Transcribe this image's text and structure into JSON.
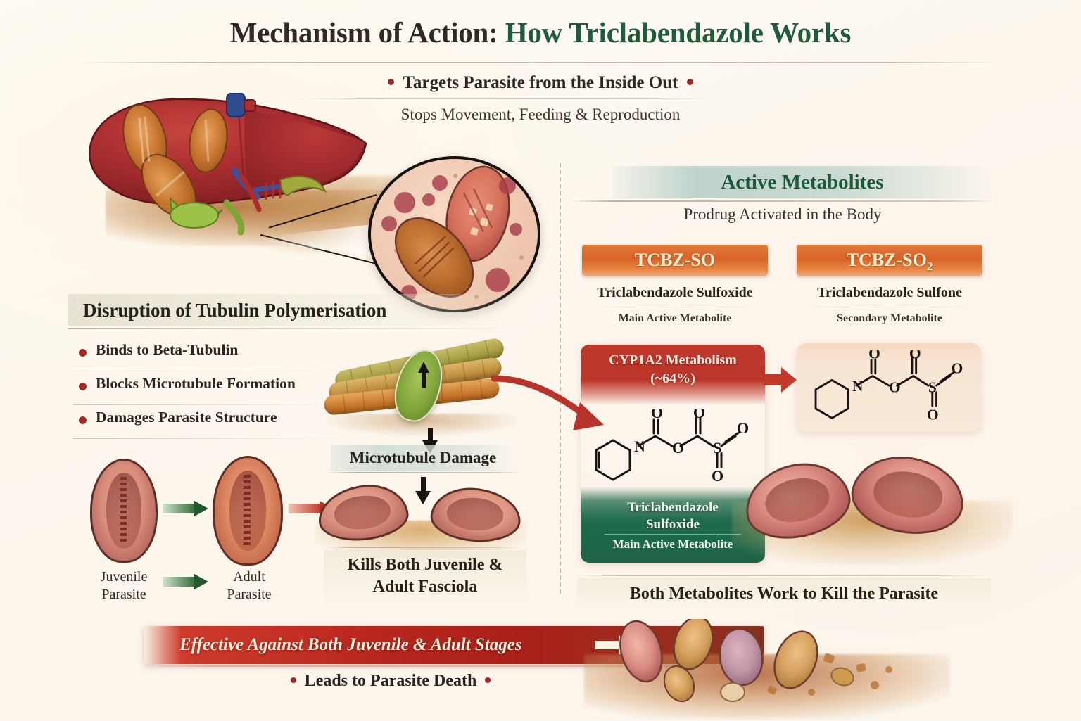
{
  "title": {
    "part1": "Mechanism of Action:",
    "part2": "How Triclabendazole Works"
  },
  "subtitles": {
    "primary": "Targets Parasite from the Inside Out",
    "secondary": "Stops Movement, Feeding & Reproduction"
  },
  "left_panel": {
    "section_title": "Disruption of Tubulin Polymerisation",
    "bullets": [
      "Binds to Beta-Tubulin",
      "Blocks Microtubule Formation",
      "Damages Parasite Structure"
    ],
    "microtubule_damage_label": "Microtubule Damage",
    "stages": [
      {
        "line1": "Juvenile",
        "line2": "Parasite"
      },
      {
        "line1": "Adult",
        "line2": "Parasite"
      }
    ],
    "kills_label_line1": "Kills Both Juvenile &",
    "kills_label_line2": "Adult Fasciola"
  },
  "right_panel": {
    "section_title": "Active Metabolites",
    "subtitle": "Prodrug Activated in the Body",
    "metabolites": [
      {
        "code": "TCBZ-SO",
        "code_sub": "",
        "name": "Triclabendazole Sulfoxide",
        "role": "Main Active Metabolite"
      },
      {
        "code": "TCBZ-SO",
        "code_sub": "2",
        "name": "Triclabendazole Sulfone",
        "role": "Secondary Metabolite"
      }
    ],
    "metabolism_box": {
      "line1": "CYP1A2 Metabolism",
      "line2": "(~64%)"
    },
    "sulfoxide_card": {
      "line1": "Triclabendazole",
      "line2": "Sulfoxide",
      "role": "Main Active Metabolite"
    },
    "footer_label": "Both Metabolites Work to Kill the Parasite"
  },
  "bottom": {
    "banner_text": "Effective Against Both Juvenile & Adult Stages",
    "conclusion": "Leads to Parasite Death"
  },
  "colors": {
    "background": "#fdf8ef",
    "title_dark": "#2f2a24",
    "title_green": "#1f5c3b",
    "accent_red": "#9e2a2a",
    "metabolite_orange": "#d96425",
    "card_red": "#bb3529",
    "card_green": "#1f6b4c",
    "banner_red": "#b9271f",
    "arrow_green": "#245a2b"
  }
}
